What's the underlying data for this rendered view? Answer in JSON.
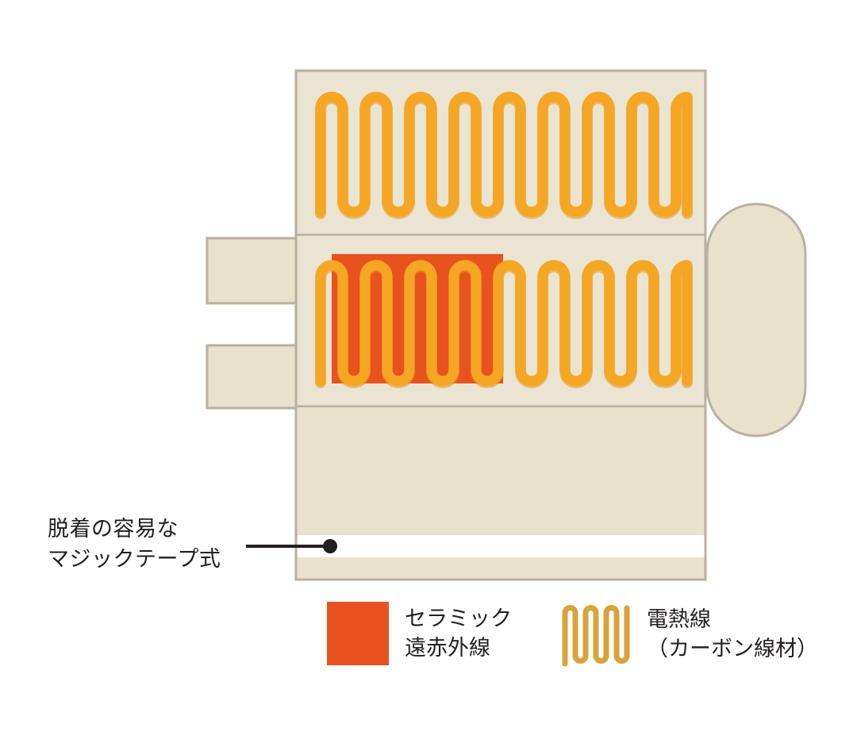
{
  "diagram": {
    "title": "heated-vest-panel-diagram",
    "colors": {
      "background": "#ffffff",
      "body_fill": "#e8e1cc",
      "body_fill_light": "#ece6d5",
      "body_stroke": "#b8b1a0",
      "coil": "#f5a623",
      "coil_shadow": "#e8951c",
      "ceramic": "#e8521e",
      "velcro_strip": "#ffffff",
      "leader_line": "#231f20",
      "legend_coil": "#d9a33c"
    },
    "panels": [
      {
        "name": "upper-heating-panel",
        "coil_loops": 8,
        "has_ceramic": false
      },
      {
        "name": "middle-heating-panel",
        "coil_loops": 8,
        "has_ceramic": true
      },
      {
        "name": "lower-panel",
        "coil_loops": 0,
        "has_ceramic": false
      }
    ],
    "straps": [
      {
        "name": "upper-left-strap"
      },
      {
        "name": "lower-left-strap"
      }
    ],
    "right_tab": {
      "name": "right-rounded-tab"
    },
    "velcro": {
      "name": "velcro-strip"
    }
  },
  "annotation": {
    "velcro_line1": "脱着の容易な",
    "velcro_line2": "マジックテープ式"
  },
  "legend": {
    "items": [
      {
        "swatch": "ceramic-swatch",
        "line1": "セラミック",
        "line2": "遠赤外線"
      },
      {
        "swatch": "coil-swatch",
        "line1": "電熱線",
        "line2": "（カーボン線材）"
      }
    ]
  }
}
